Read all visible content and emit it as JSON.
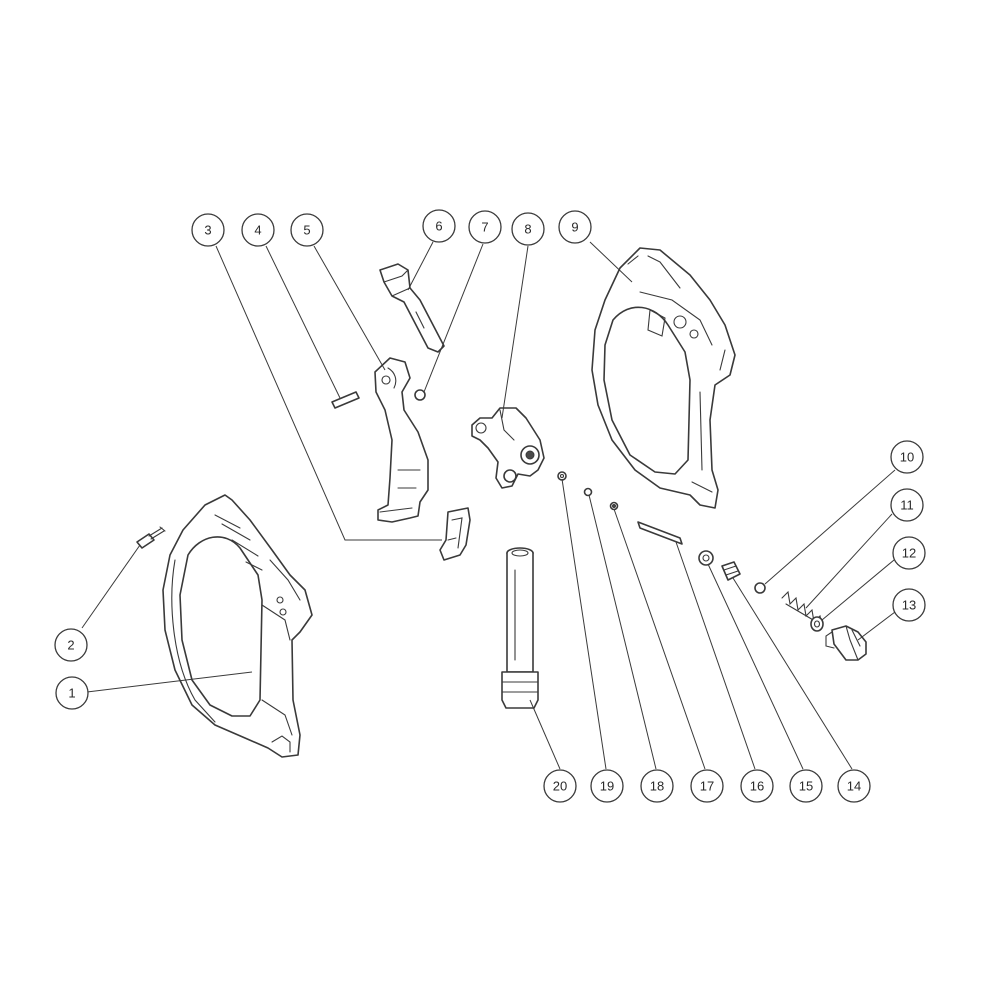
{
  "colors": {
    "line": "#3a3a3a",
    "background": "#ffffff"
  },
  "callouts": [
    {
      "number": "1"
    },
    {
      "number": "2"
    },
    {
      "number": "3"
    },
    {
      "number": "4"
    },
    {
      "number": "5"
    },
    {
      "number": "6"
    },
    {
      "number": "7"
    },
    {
      "number": "8"
    },
    {
      "number": "9"
    },
    {
      "number": "10"
    },
    {
      "number": "11"
    },
    {
      "number": "12"
    },
    {
      "number": "13"
    },
    {
      "number": "14"
    },
    {
      "number": "15"
    },
    {
      "number": "16"
    },
    {
      "number": "17"
    },
    {
      "number": "18"
    },
    {
      "number": "19"
    },
    {
      "number": "20"
    }
  ]
}
